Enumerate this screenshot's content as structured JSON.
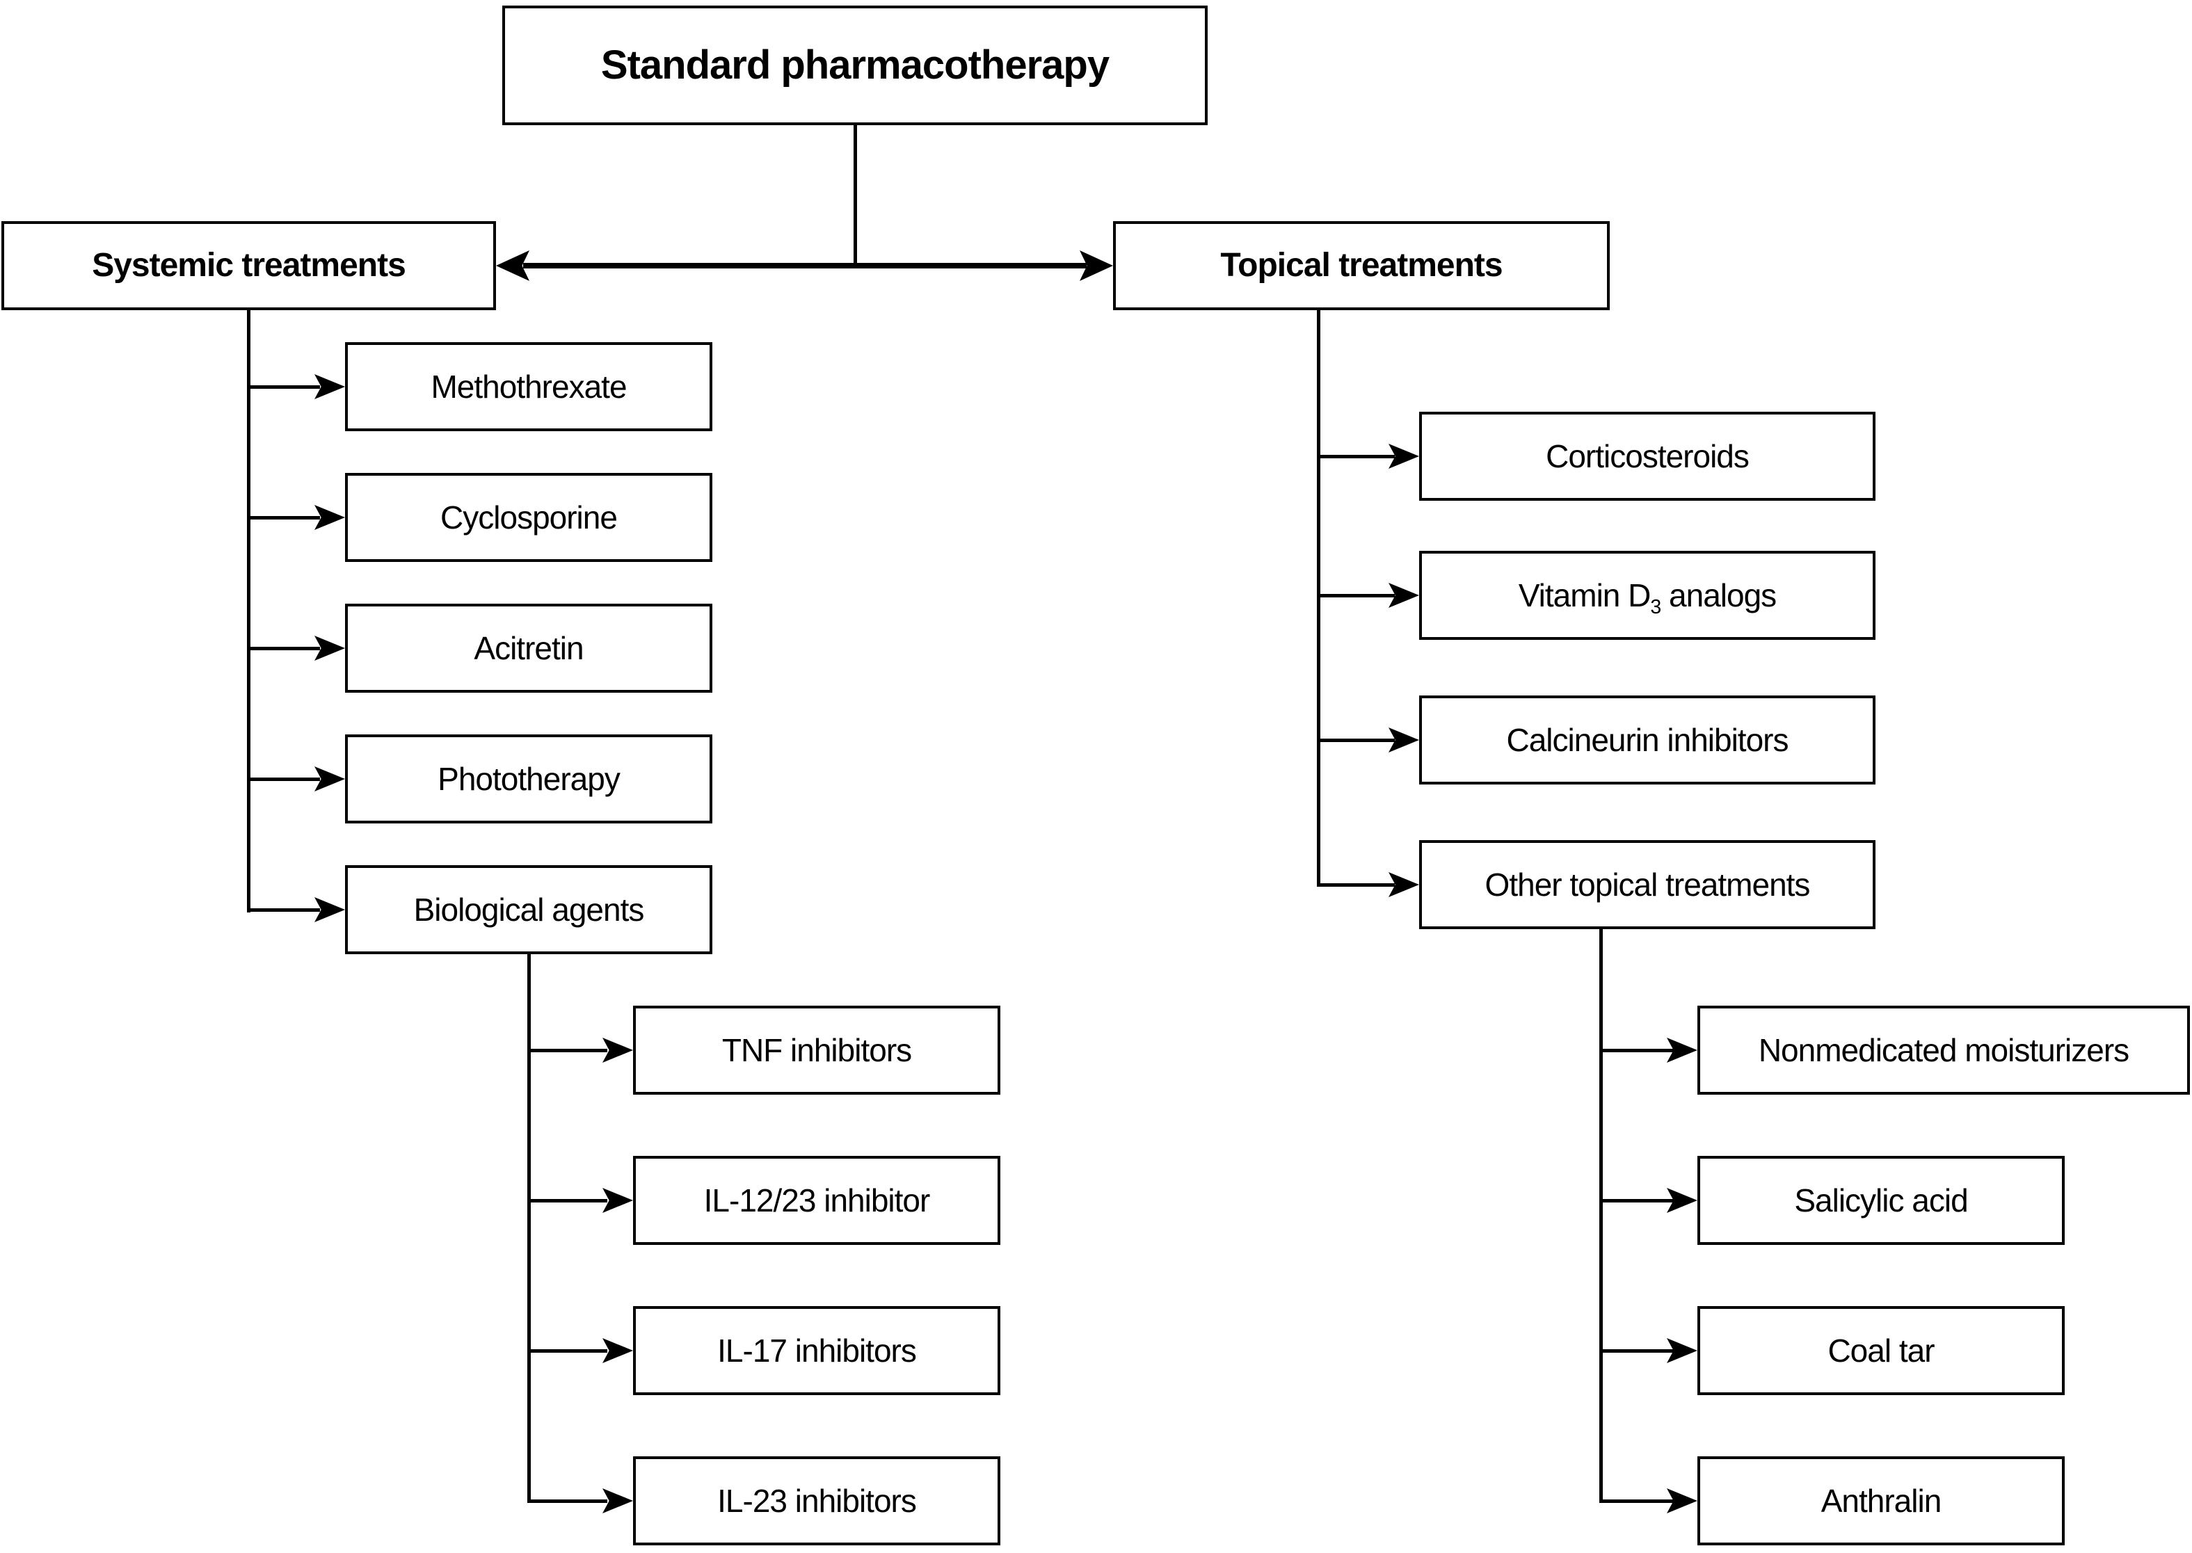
{
  "title": "Standard pharmacotherapy",
  "systemic": {
    "label": "Systemic treatments",
    "items": [
      {
        "label": "Methothrexate"
      },
      {
        "label": "Cyclosporine"
      },
      {
        "label": "Acitretin"
      },
      {
        "label": "Phototherapy"
      },
      {
        "label": "Biological agents"
      }
    ],
    "biological_children": [
      {
        "label": "TNF inhibitors"
      },
      {
        "label": "IL-12/23 inhibitor"
      },
      {
        "label": "IL-17 inhibitors"
      },
      {
        "label": "IL-23 inhibitors"
      }
    ]
  },
  "topical": {
    "label": "Topical treatments",
    "items": [
      {
        "label": "Corticosteroids"
      },
      {
        "label_prefix": "Vitamin D",
        "label_sub": "3",
        "label_suffix": " analogs"
      },
      {
        "label": "Calcineurin inhibitors"
      },
      {
        "label": "Other topical treatments"
      }
    ],
    "other_children": [
      {
        "label": "Nonmedicated moisturizers"
      },
      {
        "label": "Salicylic acid"
      },
      {
        "label": "Coal tar"
      },
      {
        "label": "Anthralin"
      }
    ]
  },
  "colors": {
    "background": "#ffffff",
    "line": "#000000",
    "box_border": "#000000",
    "text": "#000000"
  }
}
